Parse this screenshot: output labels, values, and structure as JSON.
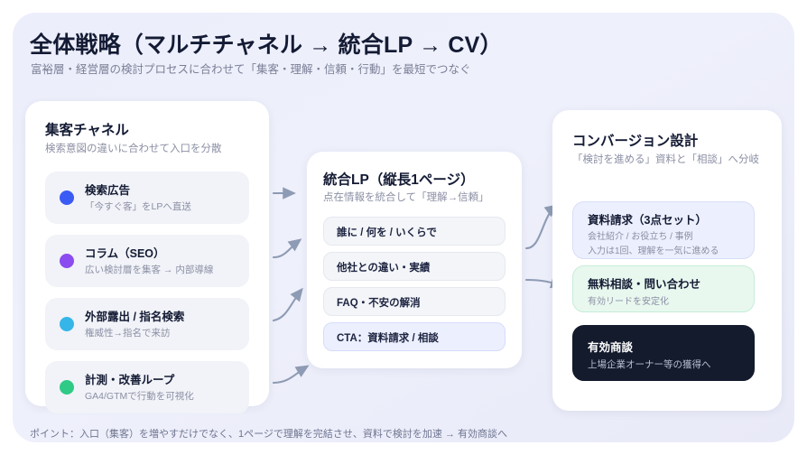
{
  "header": {
    "title": "全体戦略（マルチチャネル → 統合LP → CV）",
    "subtitle": "富裕層・経営層の検討プロセスに合わせて「集客・理解・信頼・行動」を最短でつなぐ"
  },
  "channels": {
    "title": "集客チャネル",
    "subtitle": "検索意図の違いに合わせて入口を分散",
    "items": [
      {
        "label": "検索広告",
        "desc": "「今すぐ客」をLPへ直送",
        "color": "#3b5bf5"
      },
      {
        "label": "コラム（SEO）",
        "desc": "広い検討層を集客 → 内部導線",
        "color": "#8b4cf0"
      },
      {
        "label": "外部露出 / 指名検索",
        "desc": "権威性→指名で来訪",
        "color": "#36b5e8"
      },
      {
        "label": "計測・改善ループ",
        "desc": "GA4/GTMで行動を可視化",
        "color": "#2eca86"
      }
    ]
  },
  "lp": {
    "title": "統合LP（縦長1ページ）",
    "subtitle": "点在情報を統合して「理解→信頼」",
    "rows": [
      {
        "text": "誰に / 何を / いくらで",
        "highlight": false
      },
      {
        "text": "他社との違い・実績",
        "highlight": false
      },
      {
        "text": "FAQ・不安の解消",
        "highlight": false
      },
      {
        "text": "CTA：資料請求 / 相談",
        "highlight": true
      }
    ]
  },
  "conversion": {
    "title": "コンバージョン設計",
    "subtitle": "「検討を進める」資料と「相談」へ分岐",
    "doc": {
      "label": "資料請求（3点セット）",
      "desc_line1": "会社紹介 / お役立ち / 事例",
      "desc_line2": "入力は1回、理解を一気に進める"
    },
    "consult": {
      "label": "無料相談・問い合わせ",
      "desc": "有効リードを安定化"
    },
    "deal": {
      "label": "有効商談",
      "desc": "上場企業オーナー等の獲得へ"
    }
  },
  "footer": {
    "note": "ポイント：入口（集客）を増やすだけでなく、1ページで理解を完結させ、資料で検討を加速 → 有効商談へ"
  },
  "colors": {
    "panel_bg": "#eceefb",
    "card_bg": "#ffffff",
    "ink": "#141b34",
    "muted": "#8b8fa4",
    "arrow": "#8e9bb4",
    "accent_blue": "#3b5bf5",
    "accent_green": "#2eca86",
    "dark_card": "#141b2d"
  }
}
